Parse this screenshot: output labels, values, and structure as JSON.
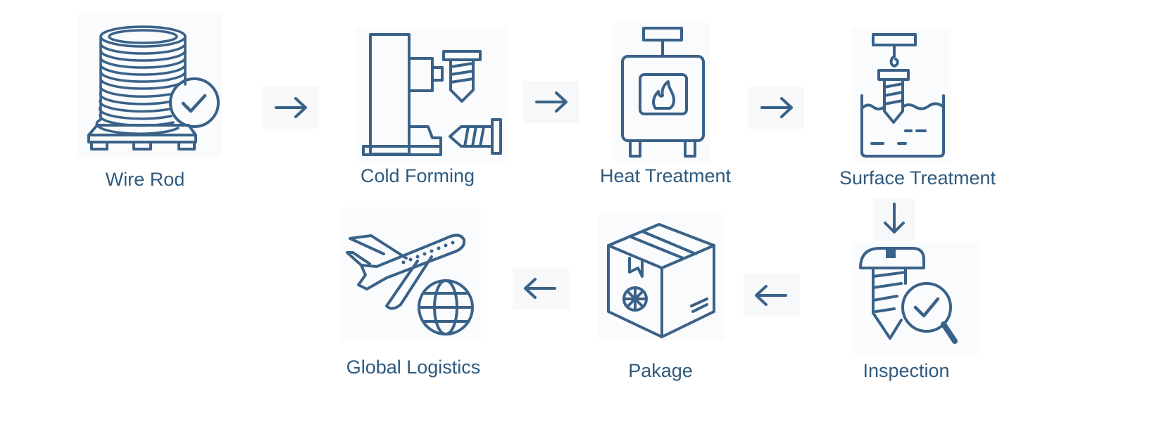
{
  "diagram": {
    "title": "",
    "accent_color": "#3a6289",
    "label_color": "#2f5a7e",
    "steps": [
      {
        "label": "Wire Rod",
        "icon": "wire-coil-check-icon"
      },
      {
        "label": "Cold Forming",
        "icon": "forming-press-screw-icon"
      },
      {
        "label": "Heat Treatment",
        "icon": "furnace-flame-icon"
      },
      {
        "label": "Surface Treatment",
        "icon": "plating-bath-screw-icon"
      },
      {
        "label": "Inspection",
        "icon": "screw-magnifier-check-icon"
      },
      {
        "label": "Pakage",
        "icon": "box-package-icon"
      },
      {
        "label": "Global Logistics",
        "icon": "airplane-globe-icon"
      }
    ],
    "arrows": [
      "right",
      "right",
      "right",
      "down",
      "left",
      "left"
    ]
  }
}
